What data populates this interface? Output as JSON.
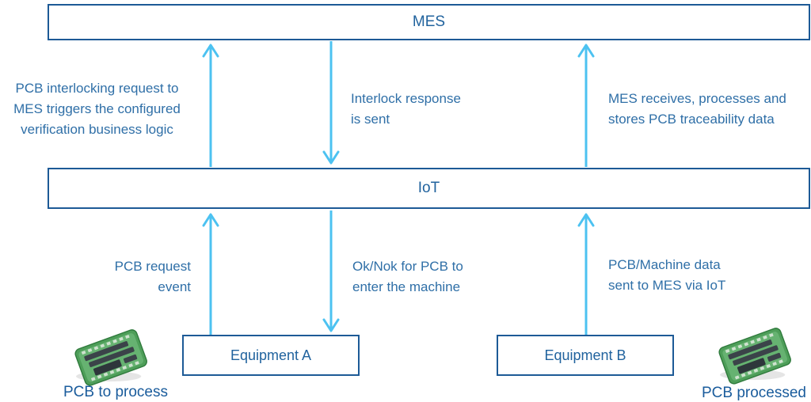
{
  "layers": {
    "mes": {
      "label": "MES"
    },
    "iot": {
      "label": "IoT"
    }
  },
  "equipment": {
    "a": {
      "label": "Equipment A"
    },
    "b": {
      "label": "Equipment B"
    }
  },
  "flows": {
    "interlock_request": {
      "direction": "up",
      "from": "IoT",
      "to": "MES",
      "lines": [
        "PCB interlocking request to",
        "MES triggers the configured",
        "verification business logic"
      ]
    },
    "interlock_response": {
      "direction": "down",
      "from": "MES",
      "to": "IoT",
      "lines": [
        "Interlock response",
        "is sent"
      ]
    },
    "traceability": {
      "direction": "up",
      "from": "IoT",
      "to": "MES",
      "lines": [
        "MES receives, processes and",
        "stores PCB traceability data"
      ]
    },
    "pcb_request": {
      "direction": "up",
      "from": "Equipment A",
      "to": "IoT",
      "lines": [
        "PCB request",
        "event"
      ]
    },
    "ok_nok": {
      "direction": "down",
      "from": "IoT",
      "to": "Equipment A",
      "lines": [
        "Ok/Nok for PCB to",
        "enter the machine"
      ]
    },
    "machine_data": {
      "direction": "up",
      "from": "Equipment B",
      "to": "IoT",
      "lines": [
        "PCB/Machine data",
        "sent to MES via IoT"
      ]
    }
  },
  "pcb": {
    "to_process": {
      "caption": "PCB to process"
    },
    "processed": {
      "caption": "PCB processed"
    }
  },
  "colors": {
    "border_blue": "#1d5a96",
    "heading_blue": "#21639e",
    "text_blue": "#2f6fa7",
    "caption_blue": "#1a5c9c",
    "arrow_blue": "#4cc2f1",
    "pcb_green": "#4e9e59",
    "bg": "#ffffff"
  }
}
